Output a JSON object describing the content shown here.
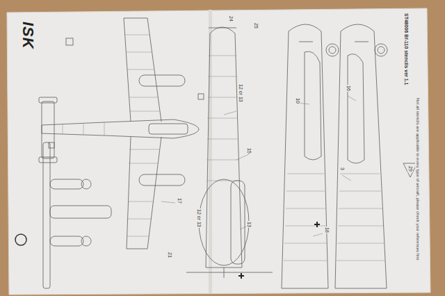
{
  "diagram": {
    "labels": [
      "ISK",
      "ST48006 Bf-110 stencils ver 1.1",
      "Not all stencils are applicable to every type of aircraft, please check your references first",
      "12 or 13",
      "12 or 13",
      "15",
      "16",
      "29",
      "25",
      "24",
      "21",
      "17",
      "10",
      "3",
      "18",
      "13"
    ]
  }
}
